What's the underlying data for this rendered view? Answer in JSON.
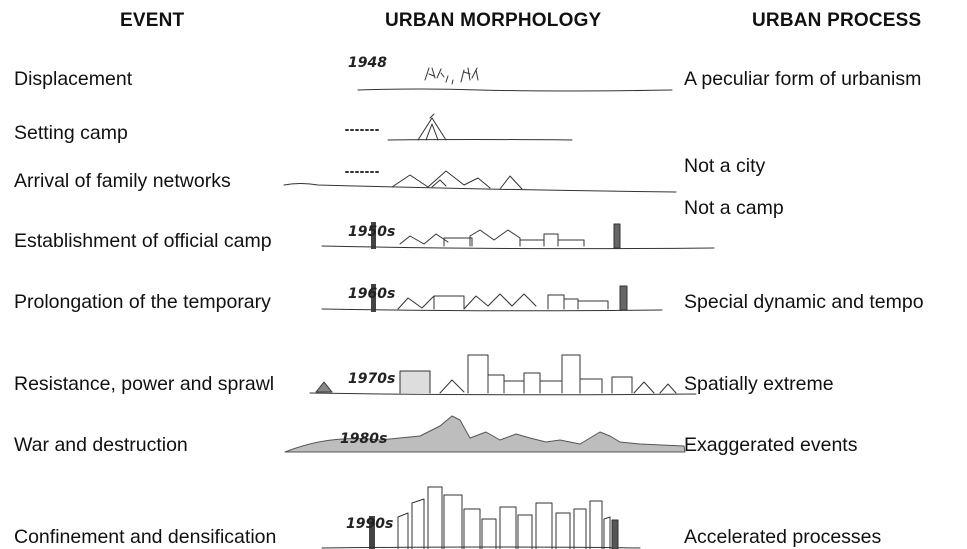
{
  "headers": {
    "event": "EVENT",
    "morphology": "URBAN MORPHOLOGY",
    "process": "URBAN PROCESS"
  },
  "events": [
    "Displacement",
    "Setting camp",
    "Arrival of family networks",
    "Establishment of official camp",
    "Prolongation of the temporary",
    "Resistance, power and sprawl",
    "War and destruction",
    "Confinement and densification"
  ],
  "processes": [
    "A peculiar form of urbanism",
    "Not a city",
    "Not a camp",
    "Special dynamic and tempo",
    "Spatially extreme",
    "Exaggerated events",
    "Accelerated processes"
  ],
  "years": [
    "1948",
    "1950s",
    "1960s",
    "1970s",
    "1980s",
    "1990s"
  ],
  "colors": {
    "sketch_line": "#333333",
    "fill_gray": "#bdbdbd",
    "fill_dark": "#7a7a7a"
  }
}
